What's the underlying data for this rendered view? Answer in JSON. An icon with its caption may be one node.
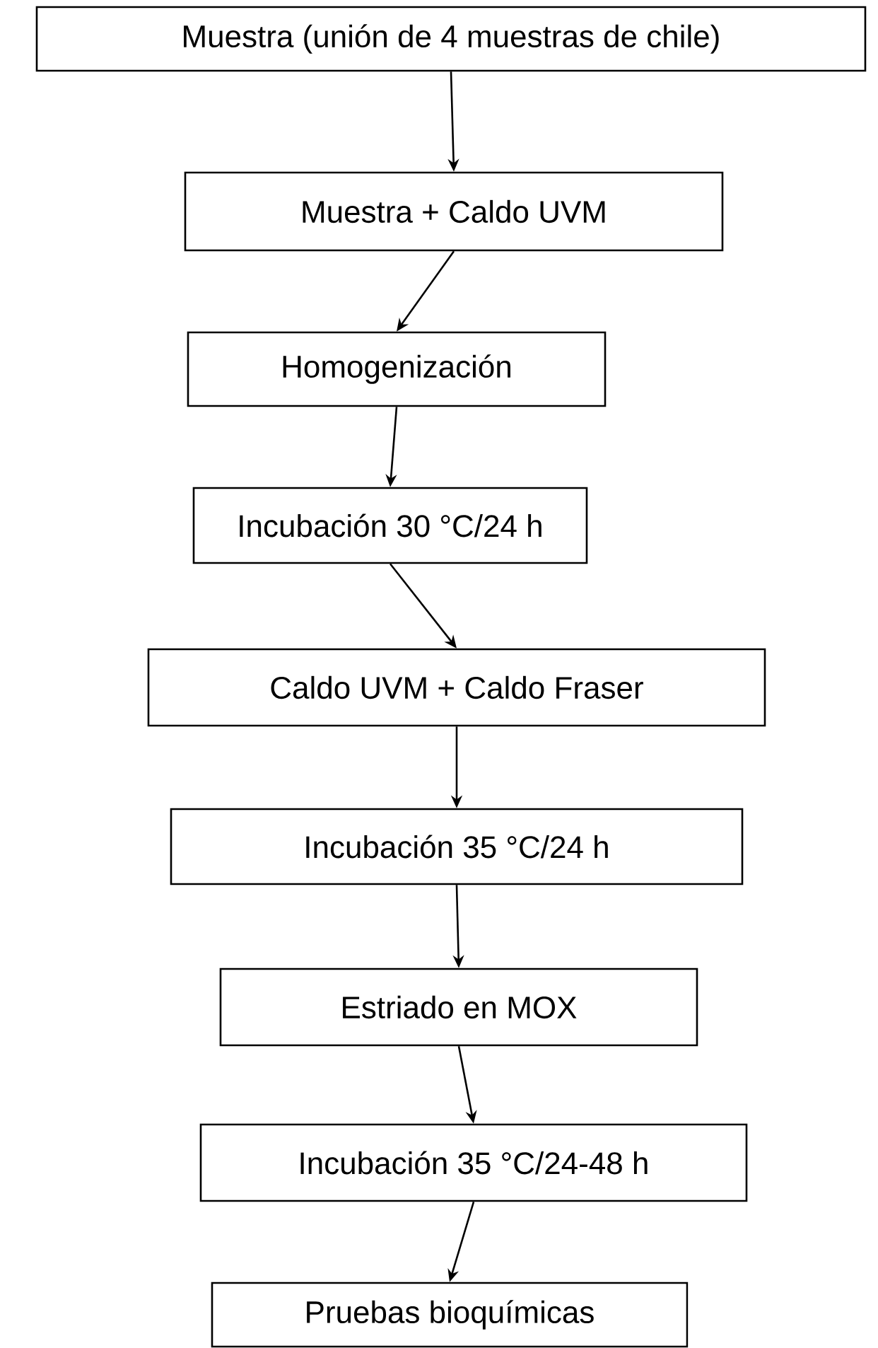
{
  "diagram": {
    "nodes": [
      {
        "text": [
          "Muestra (unión de 4 muestras de chile)"
        ]
      },
      {
        "text": [
          "Muestra + Caldo UVM"
        ]
      },
      {
        "text": [
          "Homogenización"
        ]
      },
      {
        "text": [
          "Incubación 30 °C/24 h"
        ]
      },
      {
        "text": [
          "Caldo UVM + Caldo Fraser"
        ]
      },
      {
        "text": [
          "Incubación 35 °C/24 h"
        ]
      },
      {
        "text": [
          "Estriado en MOX"
        ]
      },
      {
        "text": [
          "Incubación 35 °C/24-48 h"
        ]
      },
      {
        "text": [
          "Pruebas bioquímicas"
        ]
      }
    ],
    "edges": [
      {
        "from": 0,
        "to": 1,
        "arrow": "to"
      },
      {
        "from": 1,
        "to": 2,
        "arrow": "to"
      },
      {
        "from": 2,
        "to": 3,
        "arrow": "to"
      },
      {
        "from": 3,
        "to": 4,
        "arrow": "to"
      },
      {
        "from": 4,
        "to": 5,
        "arrow": "to"
      },
      {
        "from": 5,
        "to": 6,
        "arrow": "to"
      },
      {
        "from": 6,
        "to": 7,
        "arrow": "to"
      },
      {
        "from": 7,
        "to": 8,
        "arrow": "to"
      }
    ]
  }
}
